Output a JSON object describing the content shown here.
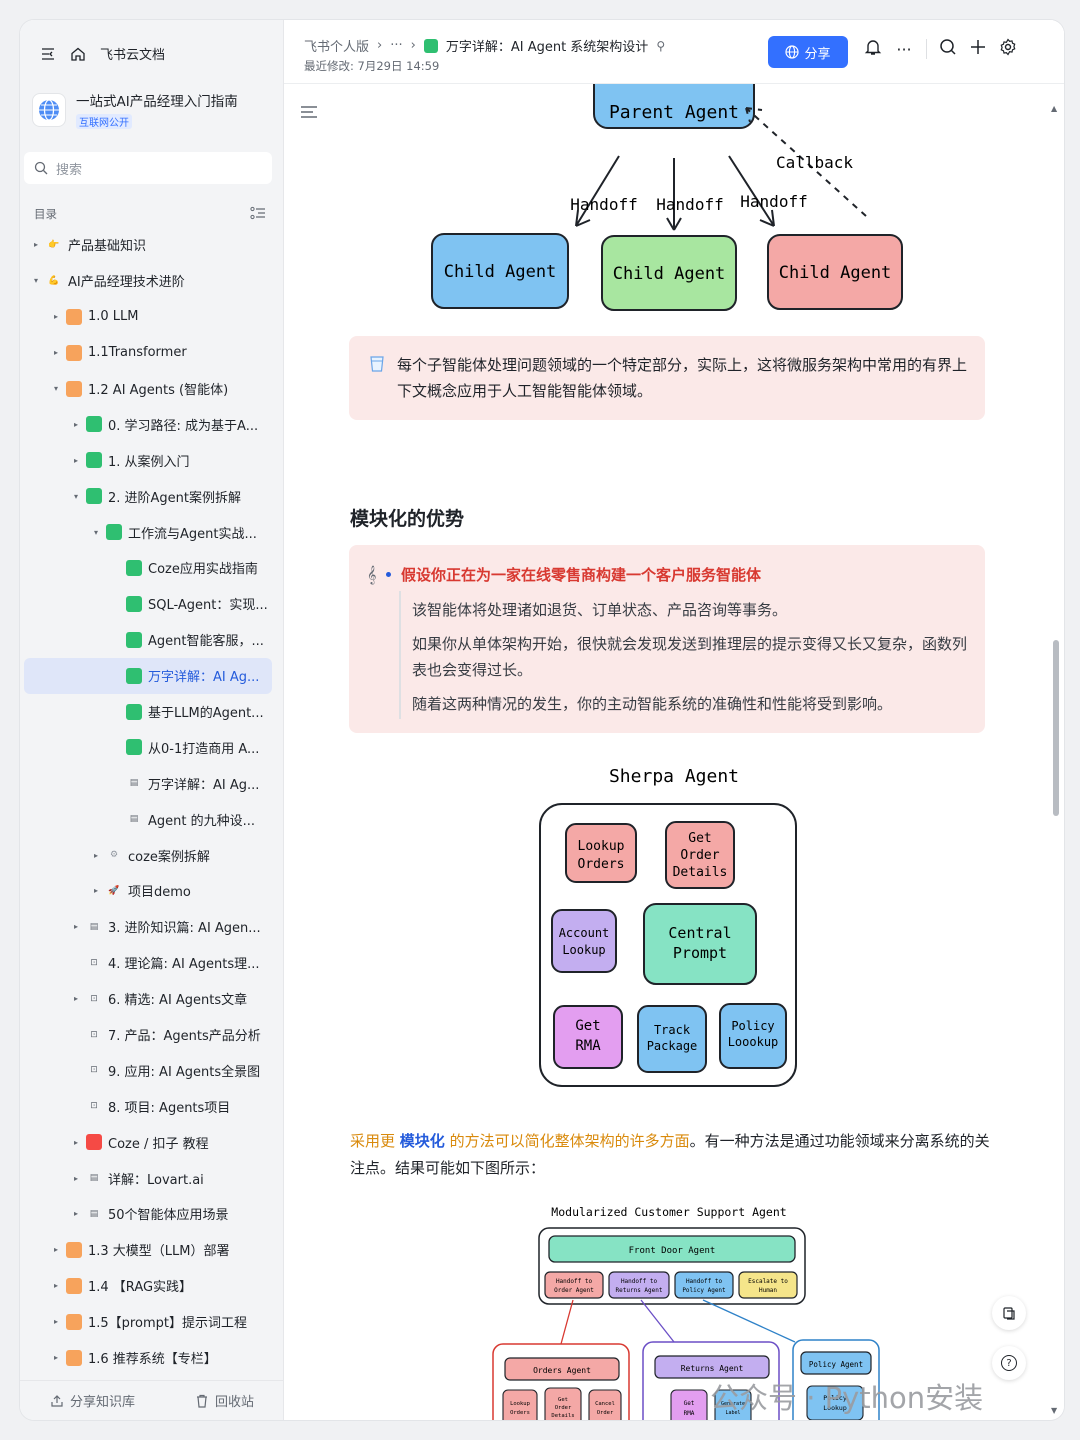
{
  "sidebar": {
    "app_title": "飞书云文档",
    "kb_title": "一站式AI产品经理入门指南",
    "kb_badge": "互联网公开",
    "search_placeholder": "搜索",
    "toc_label": "目录",
    "items": [
      {
        "label": "产品基础知识",
        "level": 0,
        "toggle": "▸",
        "icon": "emoji-pointing"
      },
      {
        "label": "AI产品经理技术进阶",
        "level": 0,
        "toggle": "▾",
        "icon": "emoji-muscle"
      },
      {
        "label": "1.0 LLM",
        "level": 1,
        "toggle": "▸",
        "icon": "orange-folder"
      },
      {
        "label": "1.1Transformer",
        "level": 1,
        "toggle": "▸",
        "icon": "orange-folder"
      },
      {
        "label": "1.2 AI Agents (智能体)",
        "level": 1,
        "toggle": "▾",
        "icon": "orange-folder"
      },
      {
        "label": "0. 学习路径: 成为基于A...",
        "level": 2,
        "toggle": "▸",
        "icon": "green-sheet"
      },
      {
        "label": "1. 从案例入门",
        "level": 2,
        "toggle": "▸",
        "icon": "green-sheet"
      },
      {
        "label": "2. 进阶Agent案例拆解",
        "level": 2,
        "toggle": "▾",
        "icon": "green-sheet"
      },
      {
        "label": "工作流与Agent实战...",
        "level": 3,
        "toggle": "▾",
        "icon": "green-sheet"
      },
      {
        "label": "Coze应用实战指南",
        "level": 4,
        "toggle": "",
        "icon": "green-sheet"
      },
      {
        "label": "SQL-Agent：实现...",
        "level": 4,
        "toggle": "",
        "icon": "green-sheet"
      },
      {
        "label": "Agent智能客服，...",
        "level": 4,
        "toggle": "",
        "icon": "green-sheet"
      },
      {
        "label": "万字详解：AI Ag...",
        "level": 4,
        "toggle": "",
        "icon": "green-sheet",
        "selected": true
      },
      {
        "label": "基于LLM的Agent...",
        "level": 4,
        "toggle": "",
        "icon": "green-sheet"
      },
      {
        "label": "从0-1打造商用 A...",
        "level": 4,
        "toggle": "",
        "icon": "green-sheet"
      },
      {
        "label": "万字详解：AI Ag...",
        "level": 4,
        "toggle": "",
        "icon": "doc"
      },
      {
        "label": "Agent 的九种设...",
        "level": 4,
        "toggle": "",
        "icon": "doc"
      },
      {
        "label": "coze案例拆解",
        "level": 3,
        "toggle": "▸",
        "icon": "gear"
      },
      {
        "label": "项目demo",
        "level": 3,
        "toggle": "▸",
        "icon": "rocket"
      },
      {
        "label": "3. 进阶知识篇: AI Agen...",
        "level": 2,
        "toggle": "▸",
        "icon": "doc"
      },
      {
        "label": "4. 理论篇: AI Agents理...",
        "level": 2,
        "toggle": "",
        "icon": "doc-box"
      },
      {
        "label": "6. 精选: AI Agents文章",
        "level": 2,
        "toggle": "▸",
        "icon": "doc-box"
      },
      {
        "label": "7. 产品：Agents产品分析",
        "level": 2,
        "toggle": "",
        "icon": "doc-box"
      },
      {
        "label": "9. 应用: AI Agents全景图",
        "level": 2,
        "toggle": "",
        "icon": "doc-box"
      },
      {
        "label": "8. 项目: Agents项目",
        "level": 2,
        "toggle": "",
        "icon": "doc-box"
      },
      {
        "label": "Coze / 扣子 教程",
        "level": 2,
        "toggle": "▸",
        "icon": "red-logo"
      },
      {
        "label": "详解：Lovart.ai",
        "level": 2,
        "toggle": "▸",
        "icon": "doc"
      },
      {
        "label": "50个智能体应用场景",
        "level": 2,
        "toggle": "▸",
        "icon": "doc"
      },
      {
        "label": "1.3 大模型（LLM）部署",
        "level": 1,
        "toggle": "▸",
        "icon": "orange-folder"
      },
      {
        "label": "1.4 【RAG实践】",
        "level": 1,
        "toggle": "▸",
        "icon": "orange-folder"
      },
      {
        "label": "1.5【prompt】提示词工程",
        "level": 1,
        "toggle": "▸",
        "icon": "orange-folder"
      },
      {
        "label": "1.6 推荐系统【专栏】",
        "level": 1,
        "toggle": "▸",
        "icon": "orange-folder"
      }
    ],
    "share_kb": "分享知识库",
    "trash": "回收站"
  },
  "header": {
    "crumb_1": "飞书个人版",
    "crumb_sep": "›",
    "crumb_more": "···",
    "crumb_current": "万字详解：AI Agent 系统架构设计",
    "modified": "最近修改: 7月29日 14:59",
    "share_label": "分享"
  },
  "diagram1": {
    "parent": "Parent Agent",
    "callback": "Callback",
    "handoff": "Handoff",
    "child": "Child Agent",
    "colors": {
      "blue": "#7fc3f2",
      "green": "#a8e6a0",
      "red": "#f4a8a6"
    }
  },
  "callout1": {
    "icon": "cup-icon",
    "text": "每个子智能体处理问题领域的一个特定部分，实际上，这将微服务架构中常用的有界上下文概念应用于人工智能智能体领域。"
  },
  "section_title": "模块化的优势",
  "callout2": {
    "icon": "music-icon",
    "title": "假设你正在为一家在线零售商构建一个客户服务智能体",
    "p1": "该智能体将处理诸如退货、订单状态、产品咨询等事务。",
    "p2": "如果你从单体架构开始，很快就会发现发送到推理层的提示变得又长又复杂，函数列表也会变得过长。",
    "p3": "随着这两种情况的发生，你的主动智能系统的准确性和性能将受到影响。"
  },
  "diagram2": {
    "title": "Sherpa Agent",
    "boxes": {
      "lookup": "Lookup Orders",
      "details": "Get Order Details",
      "account": "Account Lookup",
      "central": "Central Prompt",
      "rma": "Get RMA",
      "track": "Track Package",
      "policy": "Policy Loookup"
    }
  },
  "paragraph": {
    "p1": "采用更 ",
    "p2": "模块化",
    "p3": " 的方法可以简化整体架构的许多方面",
    "p4": "。有一种方法是通过功能领域来分离系统的关注点。结果可能如下图所示："
  },
  "diagram3": {
    "title": "Modularized Customer Support Agent",
    "front": "Front Door Agent",
    "h1": "Handoff to Order Agent",
    "h2": "Handoff to Returns Agent",
    "h3": "Handoff to Policy Agent",
    "h4": "Escalate to Human",
    "orders": "Orders Agent",
    "returns": "Returns Agent",
    "policy": "Policy Agent",
    "o1": "Lookup Orders",
    "o2": "Get Order Details",
    "o3": "Cancel Order",
    "r1": "Get RMA",
    "r2": "Generate Label",
    "p1": "Policy Lookup"
  },
  "watermark": "公众号 · Python安装"
}
